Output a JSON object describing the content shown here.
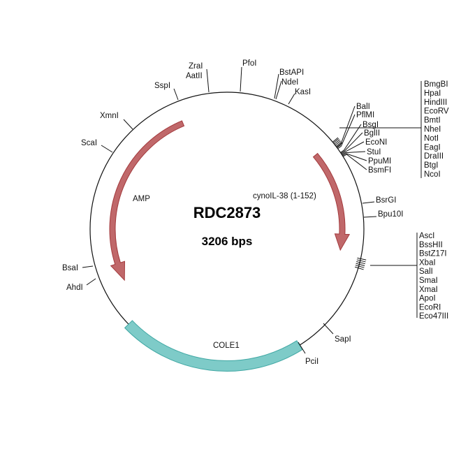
{
  "plasmid": {
    "name": "RDC2873",
    "size": "3206 bps"
  },
  "colors": {
    "amp": "#c0686a",
    "amp_stroke": "#a33a3d",
    "insert": "#c0686a",
    "ori": "#7ecbc8",
    "ori_stroke": "#3fa7a3"
  },
  "features": {
    "amp": "AMP",
    "insert": "cynoIL-38 (1-152)",
    "ori": "COLE1"
  },
  "sites": {
    "zrai": "ZraI",
    "aatii": "AatII",
    "pfoi": "PfoI",
    "bstapi": "BstAPI",
    "ndei": "NdeI",
    "kasi": "KasI",
    "sspi": "SspI",
    "xmni": "XmnI",
    "scai": "ScaI",
    "bsai": "BsaI",
    "ahdi": "AhdI",
    "sapi": "SapI",
    "pcii": "PciI",
    "bsrgi": "BsrGI",
    "bpu10i": "Bpu10I"
  },
  "cluster_a": [
    "BalI",
    "PflMI",
    "BsgI",
    "BglII",
    "EcoNI",
    "StuI",
    "PpuMI",
    "BsmFI"
  ],
  "cluster_b": [
    "BmgBI",
    "HpaI",
    "HindIII",
    "EcoRV",
    "BmtI",
    "NheI",
    "NotI",
    "EagI",
    "DraIII",
    "BtgI",
    "NcoI"
  ],
  "cluster_c": [
    "AscI",
    "BssHII",
    "BstZ17I",
    "XbaI",
    "SalI",
    "SmaI",
    "XmaI",
    "ApoI",
    "EcoRI",
    "Eco47III"
  ]
}
